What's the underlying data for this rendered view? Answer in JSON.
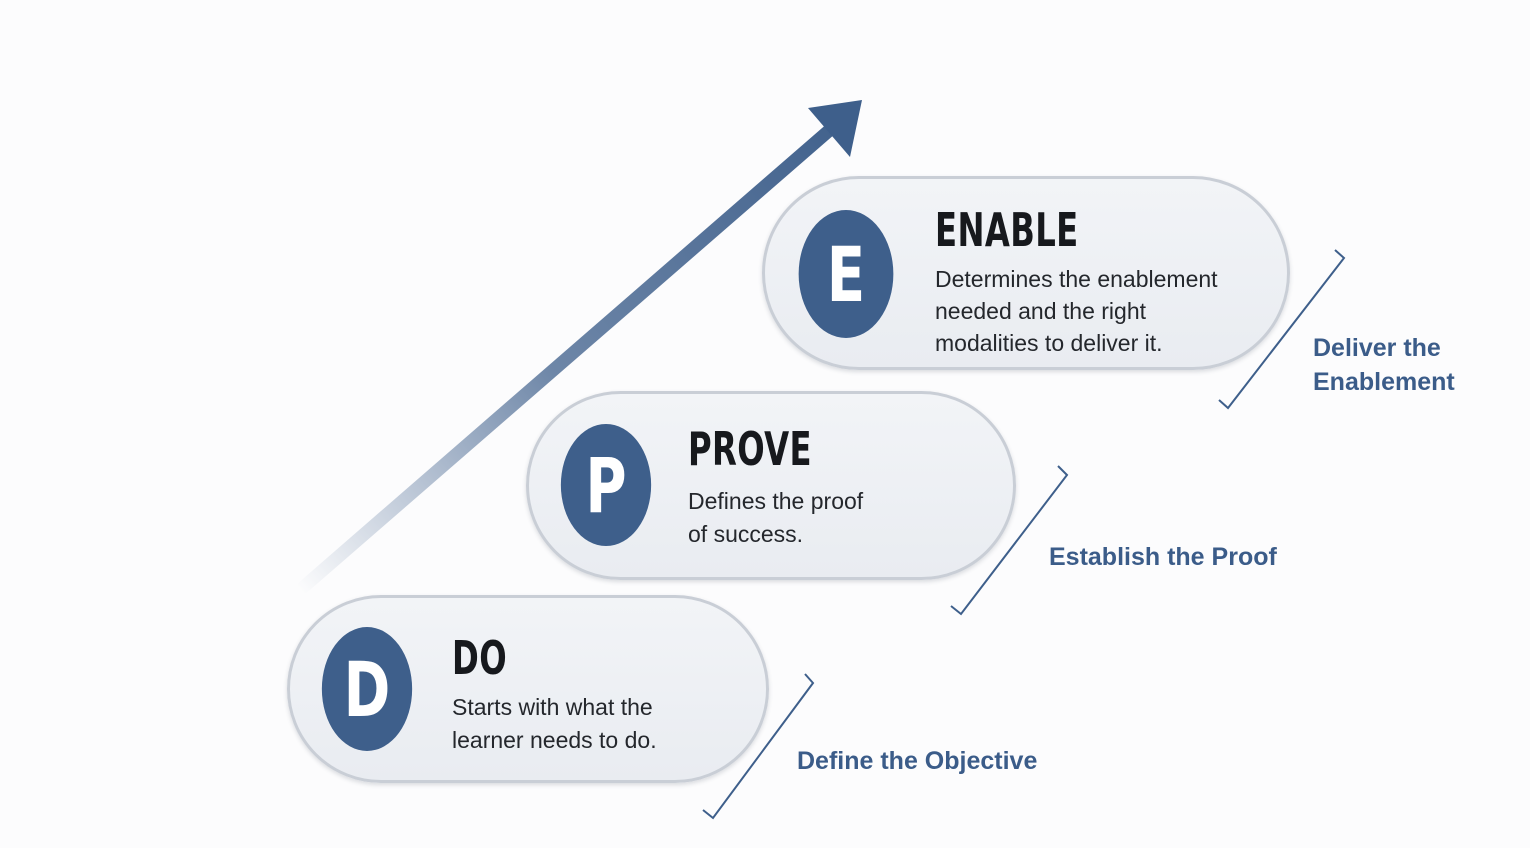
{
  "colors": {
    "badge": "#3e5f8b",
    "arrow": "#3e5f8b",
    "label": "#3b5c89",
    "pill_fill": "#eceff3",
    "pill_border": "#c9ced6"
  },
  "steps": [
    {
      "letter": "E",
      "title": "ENABLE",
      "description": [
        "Determines the enablement",
        "needed and the right",
        "modalities to deliver it."
      ],
      "outcome_label": "Deliver the Enablement"
    },
    {
      "letter": "P",
      "title": "PROVE",
      "description": [
        "Defines the proof",
        "of success."
      ],
      "outcome_label": "Establish the Proof"
    },
    {
      "letter": "D",
      "title": "DO",
      "description": [
        "Starts with what the",
        "learner needs to do."
      ],
      "outcome_label": "Define the Objective"
    }
  ]
}
